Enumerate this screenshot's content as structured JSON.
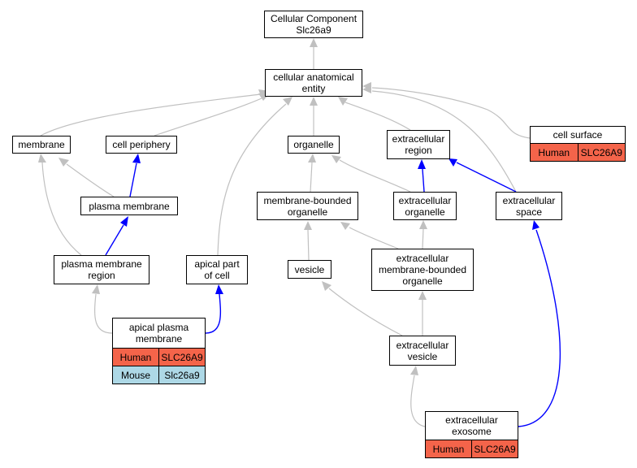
{
  "colors": {
    "human": "#f4644a",
    "mouse": "#add8e6",
    "gray_edge": "#c0c0c0",
    "blue_edge": "#0000ff"
  },
  "nodes": {
    "root": {
      "lines": [
        "Cellular Component",
        "Slc26a9"
      ]
    },
    "cae": {
      "lines": [
        "cellular anatomical",
        "entity"
      ]
    },
    "membrane": {
      "lines": [
        "membrane"
      ]
    },
    "cell_periphery": {
      "lines": [
        "cell periphery"
      ]
    },
    "organelle": {
      "lines": [
        "organelle"
      ]
    },
    "extracellular_region": {
      "lines": [
        "extracellular",
        "region"
      ]
    },
    "cell_surface": {
      "lines": [
        "cell surface"
      ],
      "rows": [
        [
          "Human",
          "SLC26A9"
        ]
      ]
    },
    "plasma_membrane": {
      "lines": [
        "plasma membrane"
      ]
    },
    "mb_organelle": {
      "lines": [
        "membrane-bounded",
        "organelle"
      ]
    },
    "ec_organelle": {
      "lines": [
        "extracellular",
        "organelle"
      ]
    },
    "ec_space": {
      "lines": [
        "extracellular",
        "space"
      ]
    },
    "pm_region": {
      "lines": [
        "plasma membrane",
        "region"
      ]
    },
    "apical_part": {
      "lines": [
        "apical part",
        "of cell"
      ]
    },
    "vesicle": {
      "lines": [
        "vesicle"
      ]
    },
    "ec_mb_organelle": {
      "lines": [
        "extracellular",
        "membrane-bounded",
        "organelle"
      ]
    },
    "apical_pm": {
      "lines": [
        "apical plasma",
        "membrane"
      ],
      "rows": [
        [
          "Human",
          "SLC26A9"
        ],
        [
          "Mouse",
          "Slc26a9"
        ]
      ]
    },
    "ec_vesicle": {
      "lines": [
        "extracellular",
        "vesicle"
      ]
    },
    "ec_exosome": {
      "lines": [
        "extracellular",
        "exosome"
      ],
      "rows": [
        [
          "Human",
          "SLC26A9"
        ]
      ]
    }
  }
}
